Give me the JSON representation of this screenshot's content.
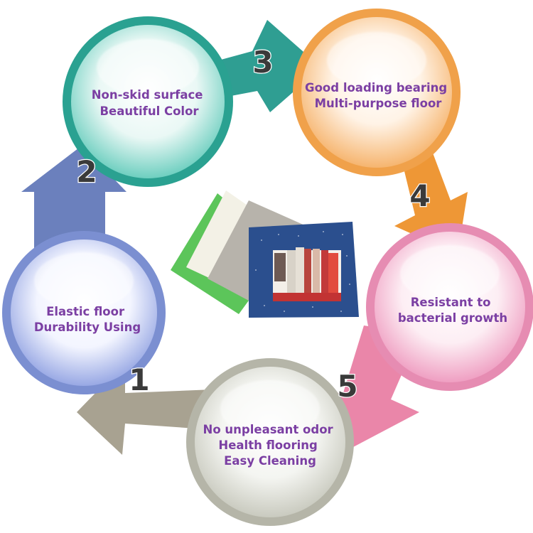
{
  "nodes": [
    {
      "id": "elastic",
      "lines": [
        "Elastic floor",
        "Durability Using"
      ],
      "color": "#7b8fd1"
    },
    {
      "id": "nonskid",
      "lines": [
        "Non-skid surface",
        "Beautiful Color"
      ],
      "color": "#2aa191"
    },
    {
      "id": "loading",
      "lines": [
        "Good loading bearing",
        "Multi-purpose floor"
      ],
      "color": "#f0a14a"
    },
    {
      "id": "bacterial",
      "lines": [
        "Resistant to",
        "bacterial growth"
      ],
      "color": "#e68cb2"
    },
    {
      "id": "odor",
      "lines": [
        "No unpleasant odor",
        "Health flooring",
        "Easy Cleaning"
      ],
      "color": "#b5b5a8"
    }
  ],
  "arrows": [
    {
      "number": "1",
      "color": "#a8a291"
    },
    {
      "number": "2",
      "color": "#6b80bd"
    },
    {
      "number": "3",
      "color": "#2f9e92"
    },
    {
      "number": "4",
      "color": "#ee9736"
    },
    {
      "number": "5",
      "color": "#ea86a9"
    }
  ],
  "colors": {
    "text": "#7b3fa3",
    "tile_green": "#5cc55a",
    "tile_cream": "#f3f1e6",
    "tile_gray": "#b7b3ab",
    "tile_blue": "#2b4f8e"
  }
}
